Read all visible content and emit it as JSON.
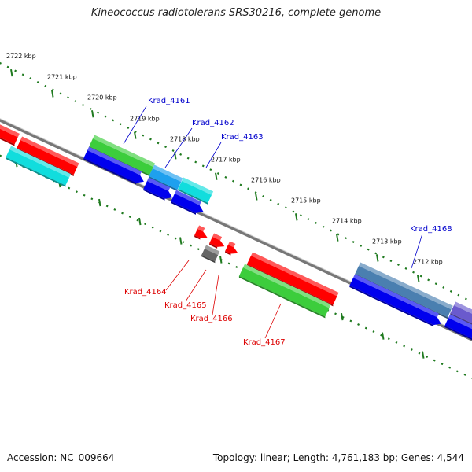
{
  "title": "Kineococcus radiotolerans SRS30216, complete genome",
  "footer": {
    "accession": "Accession: NC_009664",
    "topology": "Topology: linear; Length: 4,761,183 bp; Genes: 4,544"
  },
  "scale_labels": [
    "2722 kbp",
    "2721 kbp",
    "2720 kbp",
    "2719 kbp",
    "2718 kbp",
    "2717 kbp",
    "2716 kbp",
    "2715 kbp",
    "2714 kbp",
    "2713 kbp",
    "2712 kbp"
  ],
  "gene_labels_forward": [
    "Krad_4161",
    "Krad_4162",
    "Krad_4163",
    "Krad_4168"
  ],
  "gene_labels_reverse": [
    "Krad_4164",
    "Krad_4165",
    "Krad_4166",
    "Krad_4167"
  ],
  "colors": {
    "backbone": "#8c8c8c",
    "scale_dots": "#1f7a1f",
    "label_forward": "#0000cc",
    "label_reverse": "#dd0000",
    "red": "#ff0000",
    "green": "#3ccd3c",
    "blue": "#0000ee",
    "cyan": "#11dddd",
    "lightblue": "#1ea0ee",
    "steelblue": "#4a7fb0",
    "purple": "#6a5acd",
    "grey": "#666666"
  }
}
